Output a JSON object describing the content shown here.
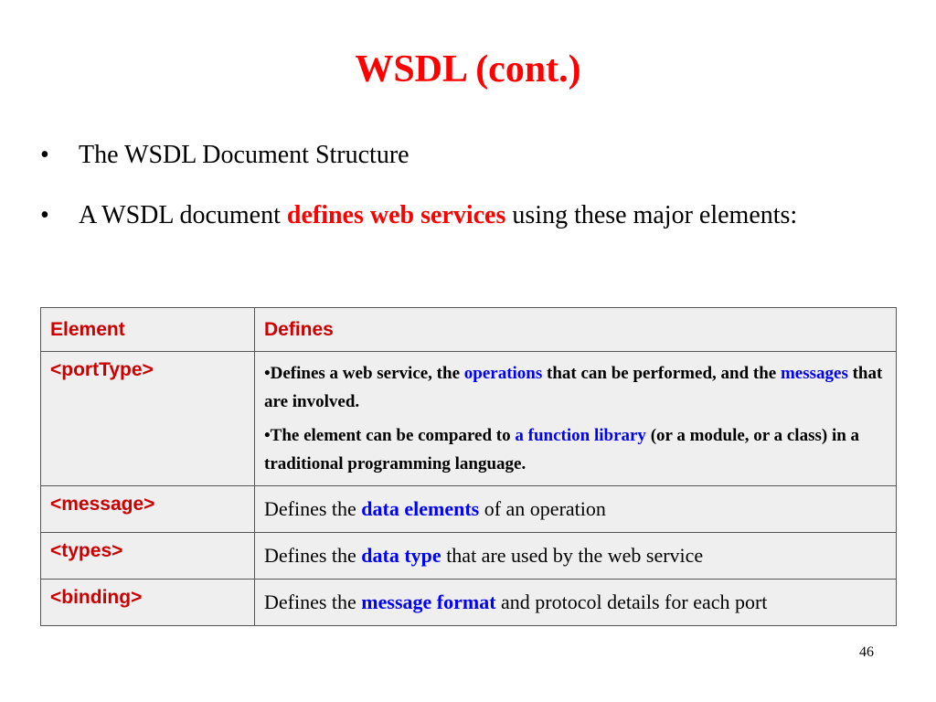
{
  "slide": {
    "title": "WSDL (cont.)",
    "page_number": "46"
  },
  "bullets": [
    {
      "dot": "•",
      "text": "The WSDL Document Structure"
    },
    {
      "dot": "•",
      "before": "A WSDL document ",
      "highlight": "defines web services",
      "after": " using these major elements:"
    }
  ],
  "table": {
    "headers": {
      "element": "Element",
      "defines": "Defines"
    },
    "rows": [
      {
        "element": "<portType>",
        "paragraphs": [
          {
            "p1": "•Defines a web service, the ",
            "h1": "operations",
            "p2": " that can be performed, and the ",
            "h2": "messages",
            "p3": " that are involved."
          },
          {
            "p1": "•The  element can be compared to ",
            "h1": "a function library",
            "p2": " (or a module, or a class) in a traditional programming language."
          }
        ]
      },
      {
        "element": "<message>",
        "before": "Defines the ",
        "highlight": "data elements",
        "after": " of an operation"
      },
      {
        "element": "<types>",
        "before": "Defines the ",
        "highlight": "data type",
        "after": " that are used by the web service"
      },
      {
        "element": "<binding>",
        "before": "Defines the ",
        "highlight": "message format",
        "after": " and protocol details for each port"
      }
    ]
  },
  "colors": {
    "title": "#ff0000",
    "emphasis_red": "#ff0000",
    "element_red": "#cc0000",
    "emphasis_blue": "#0000ff",
    "cell_background": "#efefef",
    "border": "#555555"
  }
}
